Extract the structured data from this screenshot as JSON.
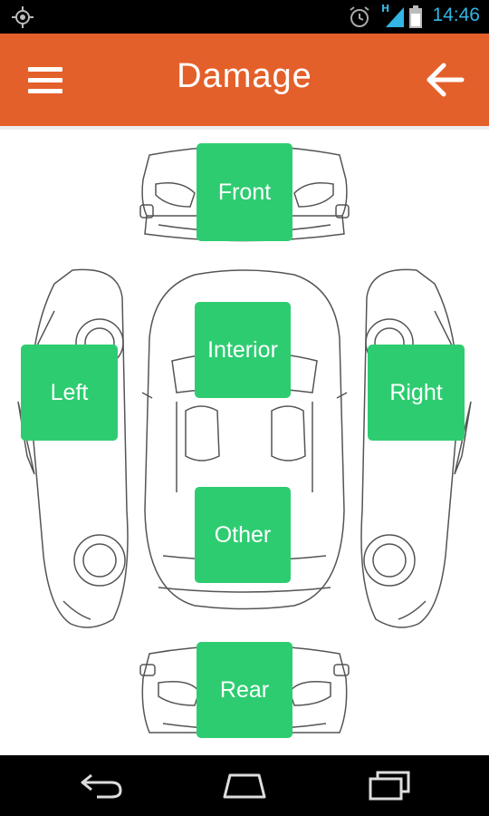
{
  "status_bar": {
    "time": "14:46",
    "network_type": "H",
    "icons": [
      "gps-icon",
      "alarm-icon",
      "signal-icon",
      "battery-icon"
    ]
  },
  "action_bar": {
    "title": "Damage",
    "background_color": "#e4602a",
    "icons": [
      "menu-icon",
      "back-arrow-icon"
    ]
  },
  "zones": [
    {
      "id": "front",
      "label": "Front"
    },
    {
      "id": "interior",
      "label": "Interior"
    },
    {
      "id": "left",
      "label": "Left"
    },
    {
      "id": "right",
      "label": "Right"
    },
    {
      "id": "other",
      "label": "Other"
    },
    {
      "id": "rear",
      "label": "Rear"
    }
  ],
  "zone_color": "#2ecc71",
  "nav_bar": {
    "icons": [
      "back-icon",
      "home-icon",
      "recent-apps-icon"
    ]
  }
}
